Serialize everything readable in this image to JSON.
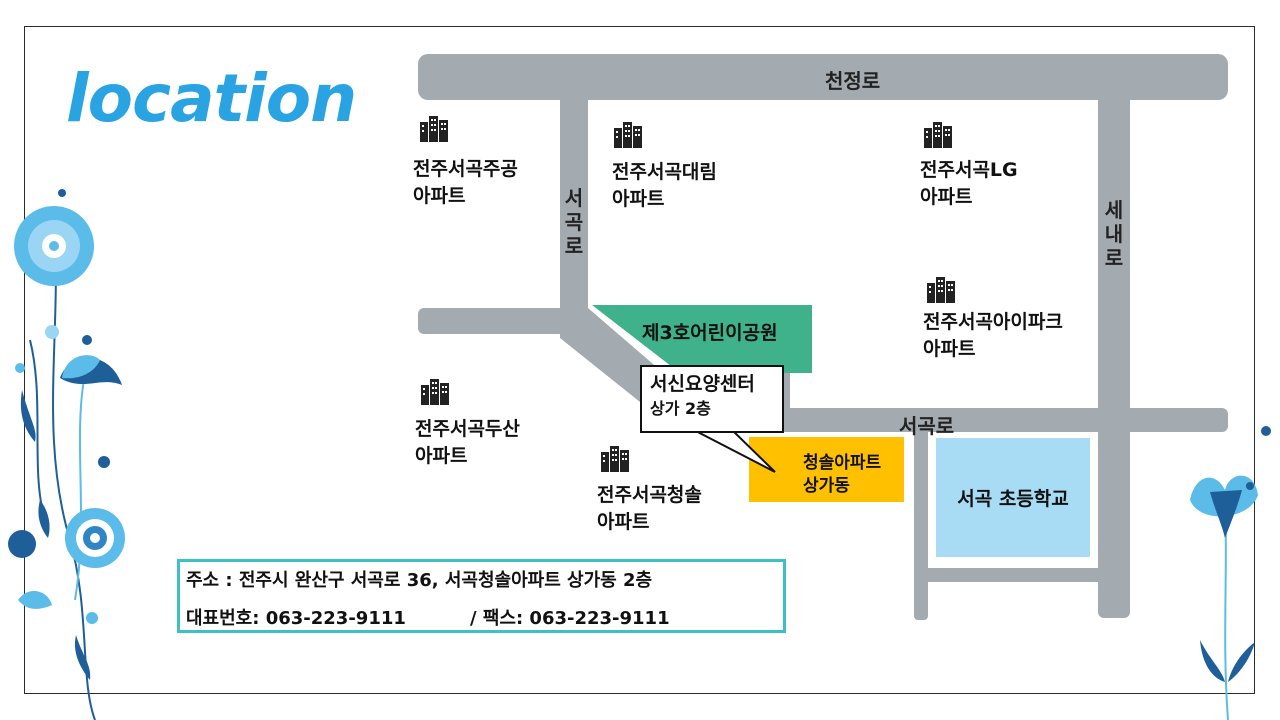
{
  "title": "location",
  "colors": {
    "title": "#29a3e2",
    "road": "#a3aab0",
    "park": "#3fb28b",
    "store": "#ffc000",
    "school": "#a8dcf5",
    "info_border": "#3dbfc6",
    "flower_light": "#5bbbe9",
    "flower_dark": "#1f5f99"
  },
  "roads": {
    "top": "천정로",
    "left_vertical": "서곡로",
    "right_vertical": "세내로",
    "middle": "서곡로"
  },
  "buildings": [
    {
      "name": "전주서곡주공",
      "type": "아파트",
      "icon": "apartment-building-icon"
    },
    {
      "name": "전주서곡대림",
      "type": "아파트",
      "icon": "apartment-building-icon"
    },
    {
      "name": "전주서곡LG",
      "type": "아파트",
      "icon": "apartment-building-icon"
    },
    {
      "name": "전주서곡아이파크",
      "type": "아파트",
      "icon": "apartment-building-icon"
    },
    {
      "name": "전주서곡두산",
      "type": "아파트",
      "icon": "apartment-building-icon"
    },
    {
      "name": "전주서곡청솔",
      "type": "아파트",
      "icon": "apartment-building-icon"
    }
  ],
  "park": "제3호어린이공원",
  "callout": {
    "name": "서신요양센터",
    "detail": "상가 2층"
  },
  "store": {
    "line1": "청솔아파트",
    "line2": "상가동"
  },
  "school": "서곡 초등학교",
  "info": {
    "address": "주소 : 전주시 완산구 서곡로 36, 서곡청솔아파트 상가동 2층",
    "phone": "대표번호: 063-223-9111",
    "fax": "/ 팩스: 063-223-9111"
  }
}
